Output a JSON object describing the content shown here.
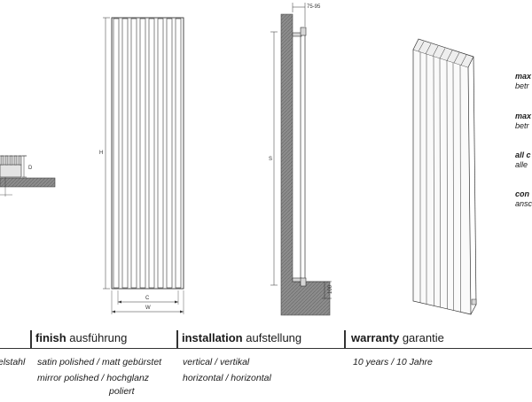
{
  "dimensions": {
    "H": "H",
    "S": "S",
    "C": "C",
    "W": "W",
    "D": "D",
    "wall_gap": "75-95",
    "bottom_gap": "100"
  },
  "side_notes": [
    {
      "bold": "max",
      "text": "betr"
    },
    {
      "bold": "max",
      "text": "betr"
    },
    {
      "bold": "all c",
      "text": "alle"
    },
    {
      "bold": "con",
      "text": "ansc"
    }
  ],
  "spec_table": {
    "partial_left": "elstahl",
    "finish": {
      "key": "finish",
      "label": "ausführung",
      "lines": [
        "satin polished / matt gebürstet",
        "mirror polished / hochglanz",
        "poliert"
      ]
    },
    "installation": {
      "key": "installation",
      "label": "aufstellung",
      "lines": [
        "vertical / vertikal",
        "horizontal / horizontal"
      ]
    },
    "warranty": {
      "key": "warranty",
      "label": "garantie",
      "lines": [
        "10 years / 10 Jahre"
      ]
    }
  }
}
